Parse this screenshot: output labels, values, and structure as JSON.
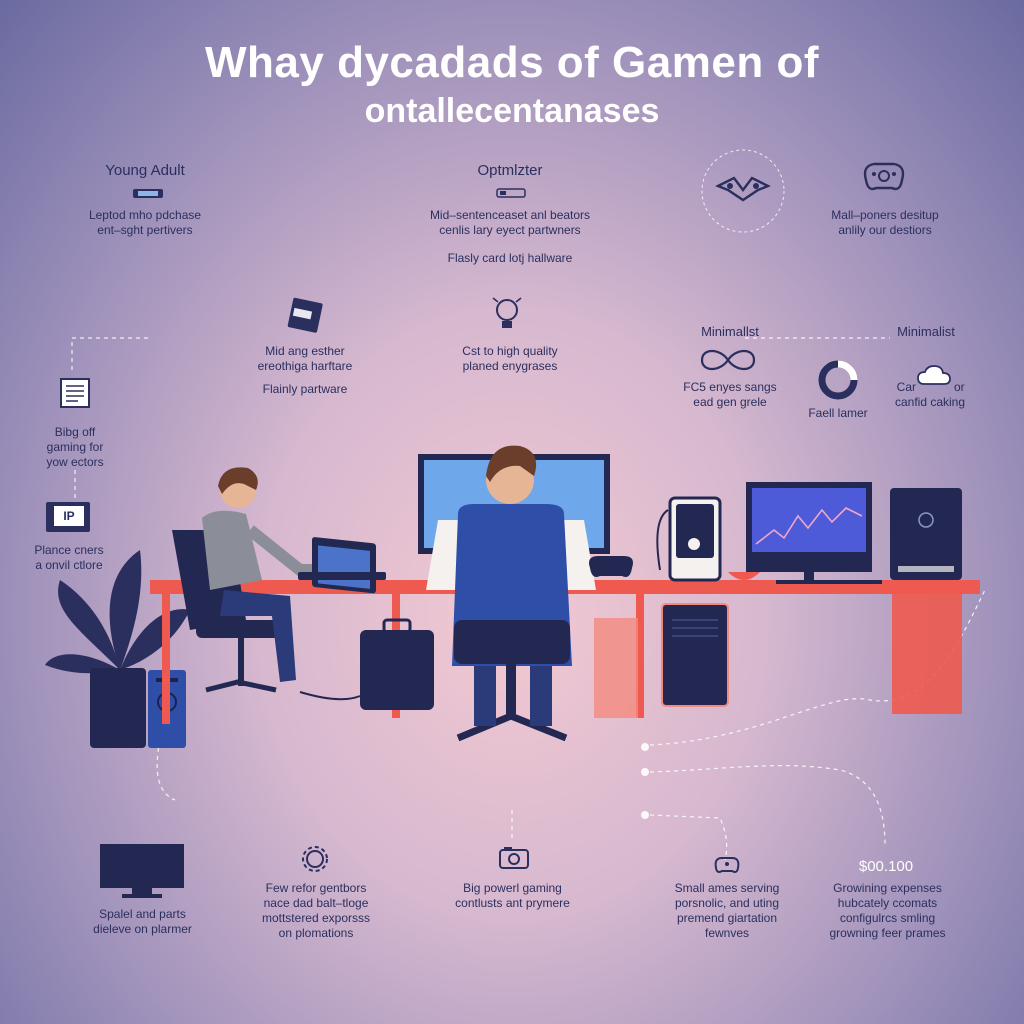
{
  "title": {
    "line1": "Whay dycadads of Gamen of",
    "line2": "ontallecentanases"
  },
  "top": {
    "young_adult": {
      "heading": "Young Adult",
      "text1": "Leptod mho pdchase",
      "text2": "ent–sght pertivers"
    },
    "optimizer": {
      "heading": "Optmlzter",
      "text1": "Mid–sentenceaset anl beators",
      "text2": "cenlis lary eyect partwners",
      "text3": "Flasly card lotj hallware"
    },
    "desktop": {
      "text1": "Mall–poners desitup",
      "text2": "anlily our destiors"
    }
  },
  "middle": {
    "mid_range": {
      "text1": "Mid ang esther",
      "text2": "ereothiga harftare",
      "text3": "Flainly partware"
    },
    "high_quality": {
      "text1": "Cst to high quality",
      "text2": "planed enygrases"
    },
    "minimalist_left": {
      "heading": "Minimallst",
      "text1": "FC5 enyes sangs",
      "text2": "ead gen grele"
    },
    "minimalist_right": {
      "heading": "Minimalist",
      "text1": "Car",
      "text1b": "or",
      "text2": "canfid caking"
    },
    "fast_gamer": {
      "text": "Faell lamer"
    }
  },
  "left": {
    "bring_off": {
      "text1": "Bibg off",
      "text2": "gaming for",
      "text3": "yow ectors"
    },
    "place": {
      "icon_label": "IP",
      "text1": "Plance cners",
      "text2": "a onvil ctlore"
    }
  },
  "bottom": {
    "b1": {
      "text1": "Spalel and parts",
      "text2": "dieleve on plarmer"
    },
    "b2": {
      "text1": "Few refor gentbors",
      "text2": "nace dad balt–tloge",
      "text3": "mottstered exporsss",
      "text4": "on plomations"
    },
    "b3": {
      "text1": "Big powerl gaming",
      "text2": "contlusts ant prymere"
    },
    "b4": {
      "text1": "Small ames serving",
      "text2": "porsnolic, and uting",
      "text3": "premend giartation",
      "text4": "fewnves"
    },
    "b5": {
      "price": "$00.100",
      "text1": "Growining expenses",
      "text2": "hubcately ccomats",
      "text3": "configulrcs smling",
      "text4": "growning feer prames"
    }
  },
  "colors": {
    "navy": "#2b2f5e",
    "desk": "#ee5a4f",
    "chair": "#2f4ea8",
    "screen": "#6fa8ea"
  },
  "icons": [
    "laptop-icon",
    "gauge-icon",
    "drone-icon",
    "controller-icon",
    "book-icon",
    "lightbulb-icon",
    "infinity-icon",
    "donut-icon",
    "cloud-icon",
    "document-icon",
    "monitor-icon",
    "gear-icon",
    "camera-icon",
    "gamepad-icon"
  ]
}
